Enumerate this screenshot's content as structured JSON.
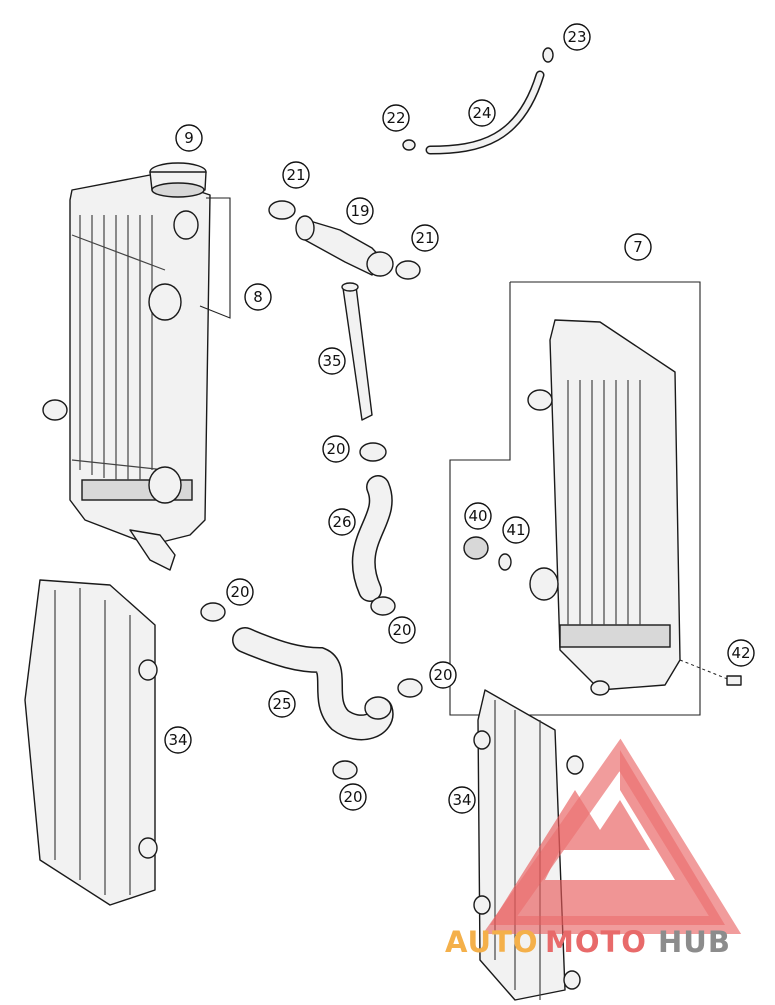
{
  "callouts": [
    {
      "label": "9"
    },
    {
      "label": "8"
    },
    {
      "label": "21"
    },
    {
      "label": "19"
    },
    {
      "label": "21"
    },
    {
      "label": "22"
    },
    {
      "label": "24"
    },
    {
      "label": "23"
    },
    {
      "label": "7"
    },
    {
      "label": "35"
    },
    {
      "label": "20"
    },
    {
      "label": "26"
    },
    {
      "label": "40"
    },
    {
      "label": "41"
    },
    {
      "label": "20"
    },
    {
      "label": "20"
    },
    {
      "label": "42"
    },
    {
      "label": "20"
    },
    {
      "label": "25"
    },
    {
      "label": "34"
    },
    {
      "label": "20"
    },
    {
      "label": "34"
    }
  ],
  "watermark": {
    "part1": "AUTO",
    "part2": "MOTO",
    "part3": "HUB",
    "colors": {
      "part1": "#f4b04a",
      "part2": "#e86a6a",
      "part3": "#8c8c8c",
      "logo": "#e85a5a"
    }
  }
}
